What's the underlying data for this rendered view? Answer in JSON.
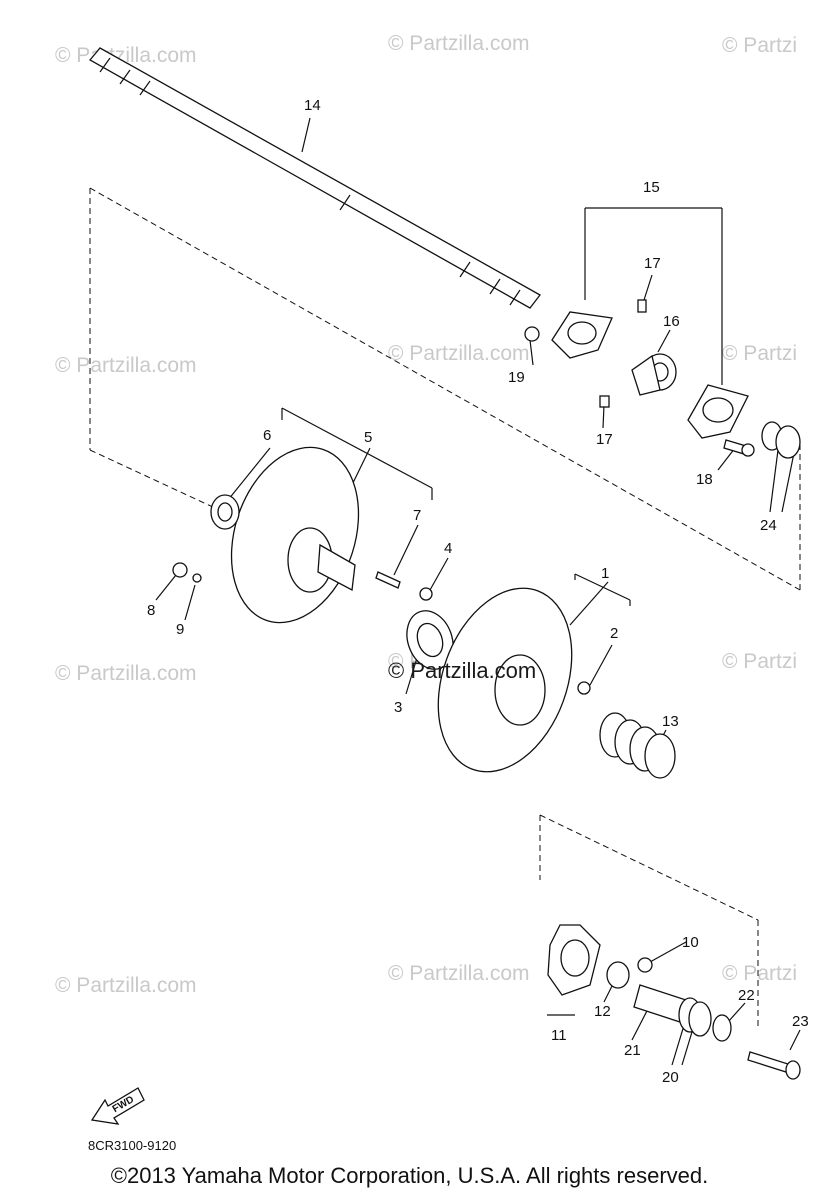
{
  "watermarks": [
    "© Partzilla.com",
    "© Partzilla.com",
    "© Partzi",
    "© Partzilla.com",
    "© Partzilla.com",
    "© Partzi",
    "© Partzilla.com",
    "© Partzilla.com",
    "© Partzi",
    "© Partzilla.com",
    "© Partzilla.com",
    "© Partzi"
  ],
  "center_watermark": "© Partzilla.com",
  "callouts": {
    "p1": "1",
    "p2": "2",
    "p3": "3",
    "p4": "4",
    "p5": "5",
    "p6": "6",
    "p7": "7",
    "p8": "8",
    "p9": "9",
    "p10": "10",
    "p11": "11",
    "p12": "12",
    "p13": "13",
    "p14": "14",
    "p15": "15",
    "p16": "16",
    "p17a": "17",
    "p17b": "17",
    "p18": "18",
    "p19": "19",
    "p20": "20",
    "p21": "21",
    "p22": "22",
    "p23": "23",
    "p24": "24"
  },
  "fwd_label": "FWD",
  "figure_code": "8CR3100-9120",
  "copyright": "©2013 Yamaha Motor Corporation, U.S.A. All rights reserved."
}
